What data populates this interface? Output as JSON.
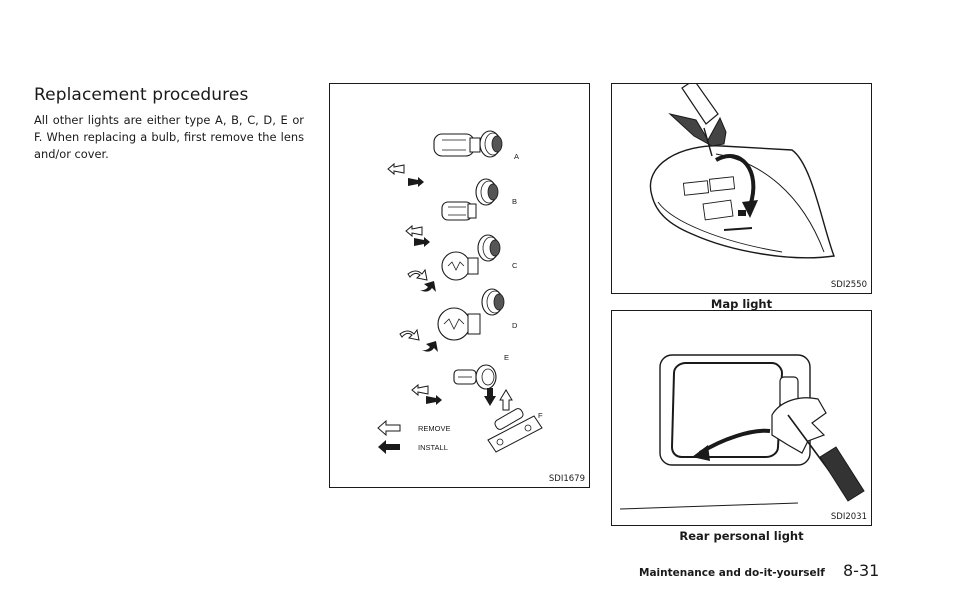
{
  "section": {
    "heading": "Replacement procedures",
    "body": "All other lights are either type A, B, C, D, E or F. When replacing a bulb, first remove the lens and/or cover."
  },
  "figures": {
    "bulbs": {
      "code": "SDI1679",
      "types": [
        "A",
        "B",
        "C",
        "D",
        "E",
        "F"
      ],
      "legend": {
        "remove": "REMOVE",
        "install": "INSTALL"
      }
    },
    "map_light": {
      "code": "SDI2550",
      "caption": "Map light"
    },
    "rear_personal_light": {
      "code": "SDI2031",
      "caption": "Rear personal light"
    }
  },
  "footer": {
    "section_title": "Maintenance and do-it-yourself",
    "page_number": "8-31"
  }
}
